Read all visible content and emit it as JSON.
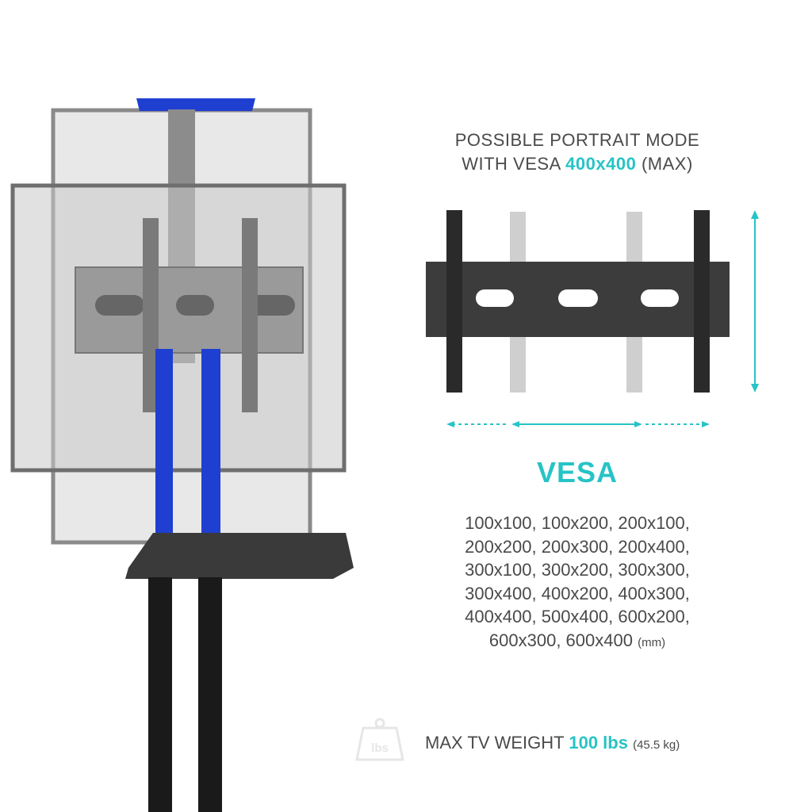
{
  "heading": {
    "line1": "POSSIBLE PORTRAIT MODE",
    "line2_prefix": "WITH VESA",
    "line2_highlight": "400x400",
    "line2_suffix": "(MAX)"
  },
  "vesa": {
    "title": "VESA",
    "lines": [
      "100x100, 100x200, 200x100,",
      "200x200, 200x300, 200x400,",
      "300x100, 300x200, 300x300,",
      "300x400, 400x200, 400x300,",
      "400x400, 500x400, 600x200,",
      "600x300, 600x400"
    ],
    "unit": "(mm)"
  },
  "weight": {
    "icon_label": "lbs",
    "prefix": "MAX TV WEIGHT",
    "highlight": "100 lbs",
    "metric": "(45.5 kg)"
  },
  "colors": {
    "accent": "#27c3c6",
    "pole_blue": "#1f3fd0",
    "text": "#4a4a4a"
  }
}
